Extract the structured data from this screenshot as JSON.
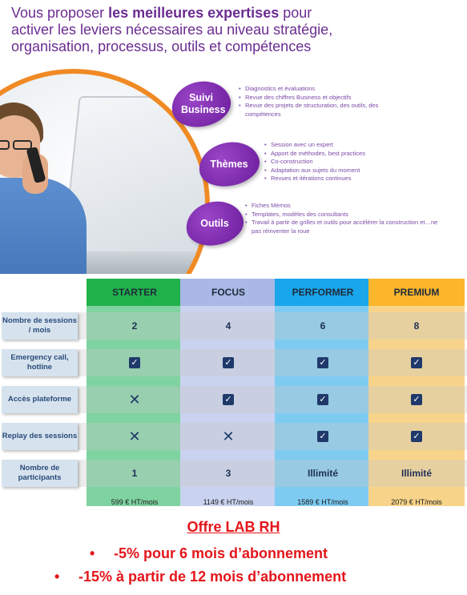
{
  "headline": {
    "line1_pre": "Vous proposer ",
    "line1_bold": "les meilleures expertises",
    "line1_post": " pour",
    "line2": "activer  les leviers nécessaires au  niveau stratégie,",
    "line3": "organisation, processus, outils et compétences"
  },
  "badges": [
    {
      "label": "Suivi Business",
      "bullets": [
        "Diagnostics et évaluations",
        "Revue des chiffres Business et objectifs",
        "Revue des projets de structuration, des outils, des compétences"
      ]
    },
    {
      "label": "Thèmes",
      "bullets": [
        "Session avec un expert",
        "Apport de méthodes, best practices",
        "Co-construction",
        "Adaptation aux sujets du moment",
        "Revues et itérations continues"
      ]
    },
    {
      "label": "Outils",
      "bullets": [
        "Fiches Mémos",
        "Templates, modèles des consultants",
        "Travail à partir de grilles et outils pour accélérer la construction et…ne pas réinventer la roue"
      ]
    }
  ],
  "colors": {
    "starter": "#1fb24a",
    "focus": "#a9b8e6",
    "performer": "#1aa6ea",
    "premium": "#fbb62b",
    "accent_purple": "#6b2c91",
    "offer_red": "#e3151b"
  },
  "plans": [
    {
      "name": "STARTER",
      "sessions": "2",
      "emergency": "check",
      "platform": "cross",
      "replay": "cross",
      "participants": "1",
      "price": "599 € HT/mois"
    },
    {
      "name": "FOCUS",
      "sessions": "4",
      "emergency": "check",
      "platform": "check",
      "replay": "cross",
      "participants": "3",
      "price": "1149 € HT/mois"
    },
    {
      "name": "PERFORMER",
      "sessions": "6",
      "emergency": "check",
      "platform": "check",
      "replay": "check",
      "participants": "Illimité",
      "price": "1589 € HT/mois"
    },
    {
      "name": "PREMIUM",
      "sessions": "8",
      "emergency": "check",
      "platform": "check",
      "replay": "check",
      "participants": "Illimité",
      "price": "2079 € HT/mois"
    }
  ],
  "row_labels": [
    "Nombre de sessions / mois",
    "Emergency call, hotline",
    "Accès plateforme",
    "Replay des sessions",
    "Nombre de participants"
  ],
  "offer": {
    "title": "Offre LAB RH",
    "lines": [
      "-5% pour 6 mois d’abonnement",
      "-15% à partir de 12 mois d’abonnement"
    ]
  }
}
